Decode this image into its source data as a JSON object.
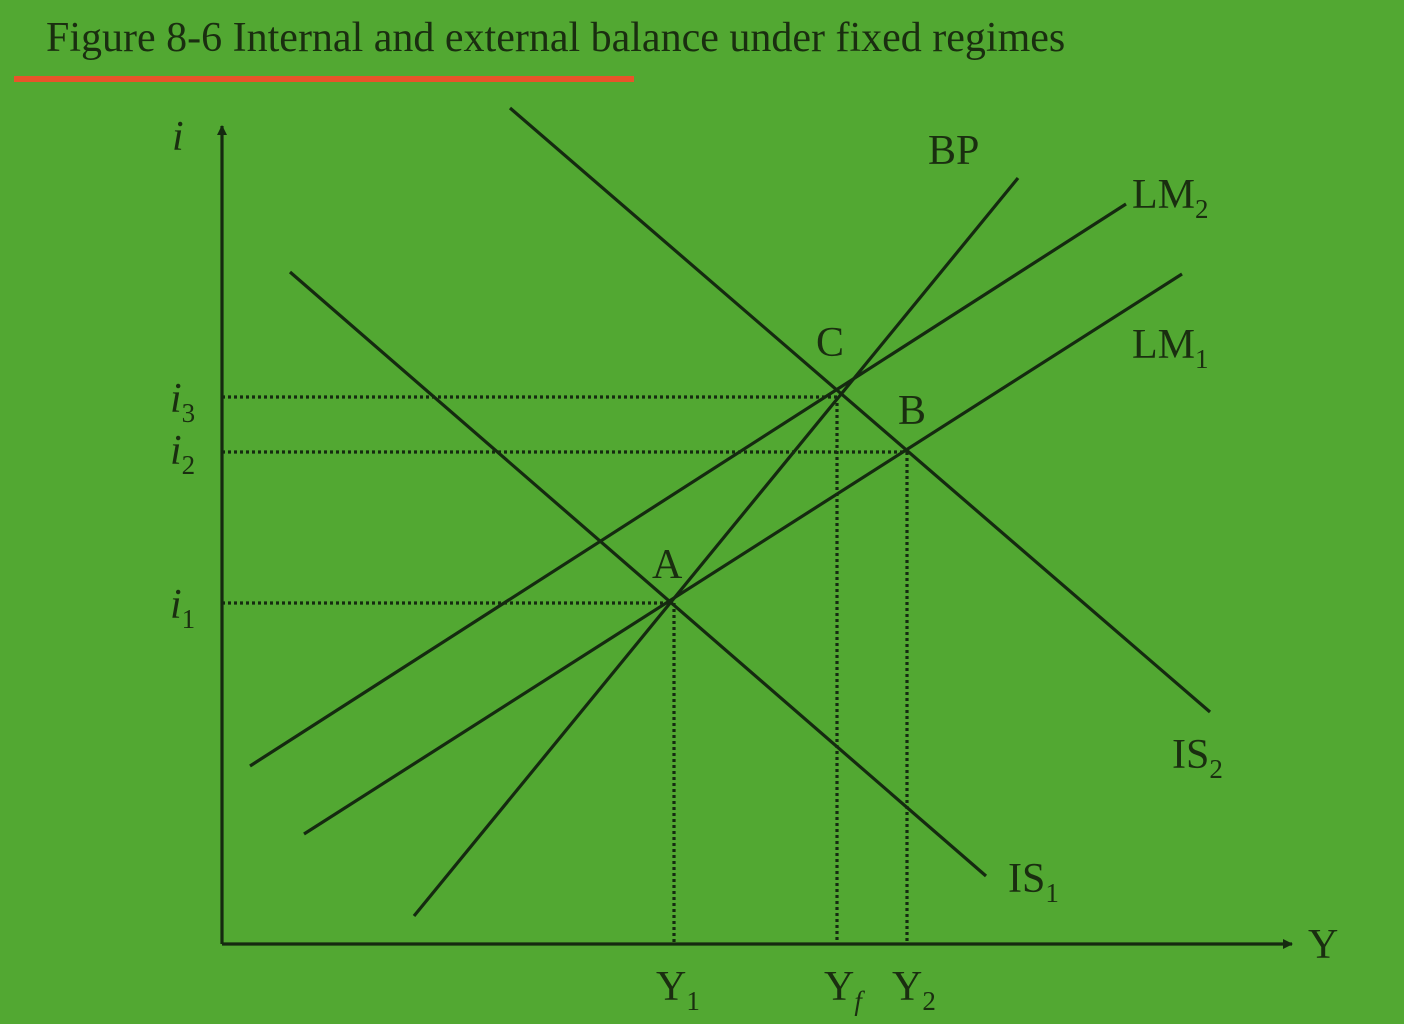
{
  "title": "Figure 8-6 Internal and external balance under fixed regimes",
  "colors": {
    "background": "#52a832",
    "ink": "#152a10",
    "title_rule": "#e8542a"
  },
  "axes": {
    "y_label": "i",
    "x_label": "Y"
  },
  "curves": {
    "bp": "BP",
    "lm2": {
      "base": "LM",
      "sub": "2"
    },
    "lm1": {
      "base": "LM",
      "sub": "1"
    },
    "is2": {
      "base": "IS",
      "sub": "2"
    },
    "is1": {
      "base": "IS",
      "sub": "1"
    }
  },
  "points": {
    "a": "A",
    "b": "B",
    "c": "C"
  },
  "y_ticks": [
    {
      "base": "i",
      "sub": "3"
    },
    {
      "base": "i",
      "sub": "2"
    },
    {
      "base": "i",
      "sub": "1"
    }
  ],
  "x_ticks": [
    {
      "base": "Y",
      "sub": "1"
    },
    {
      "base": "Y",
      "sub": "f"
    },
    {
      "base": "Y",
      "sub": "2"
    }
  ]
}
